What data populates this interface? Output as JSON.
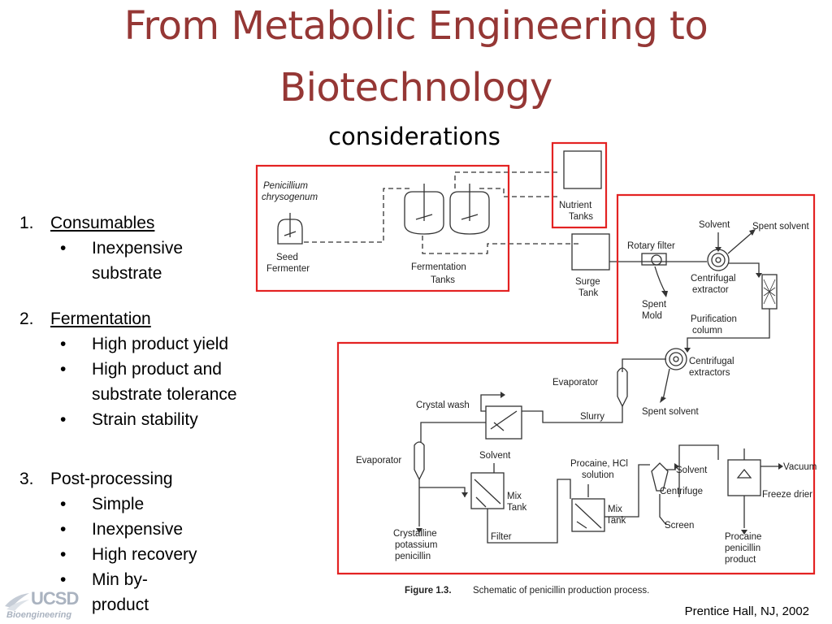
{
  "slide": {
    "title_line1": "From Metabolic Engineering to",
    "title_line2": "Biotechnology",
    "subtitle": "considerations",
    "credit": "Prentice Hall, NJ, 2002",
    "logo_top": "UCSD",
    "logo_bottom": "Bioengineering"
  },
  "colors": {
    "title": "#953735",
    "highlight_box": "#e32222"
  },
  "sections": [
    {
      "number": "1.",
      "heading": "Consumables",
      "items": [
        "Inexpensive",
        "substrate"
      ]
    },
    {
      "number": "2.",
      "heading": "Fermentation",
      "items": [
        "High product yield",
        "High product and",
        "substrate tolerance",
        "Strain stability"
      ]
    },
    {
      "number": "3.",
      "heading": "Post-processing",
      "items": [
        "Simple",
        "Inexpensive",
        "High recovery",
        "Min by-",
        "product"
      ]
    }
  ],
  "diagram": {
    "labels": {
      "organism1": "Penicillium",
      "organism2": "chrysogenum",
      "seed1": "Seed",
      "seed2": "Fermenter",
      "ferm1": "Fermentation",
      "ferm2": "Tanks",
      "nutrient1": "Nutrient",
      "nutrient2": "Tanks",
      "surge1": "Surge",
      "surge2": "Tank",
      "rotary": "Rotary filter",
      "spentmold1": "Spent",
      "spentmold2": "Mold",
      "solvent1": "Solvent",
      "spentsolvent1": "Spent solvent",
      "centext1a": "Centrifugal",
      "centext1b": "extractor",
      "purif1": "Purification",
      "purif2": "column",
      "centext2a": "Centrifugal",
      "centext2b": "extractors",
      "evap1": "Evaporator",
      "slurry": "Slurry",
      "spentsolvent2": "Spent solvent",
      "crystalwash": "Crystal wash",
      "evap2": "Evaporator",
      "solvent2": "Solvent",
      "mix1a": "Mix",
      "mix1b": "Tank",
      "filter": "Filter",
      "crys1": "Crystalline",
      "crys2": "potassium",
      "crys3": "penicillin",
      "procaine1": "Procaine, HCl",
      "procaine2": "solution",
      "mix2a": "Mix",
      "mix2b": "Tank",
      "solvent3": "Solvent",
      "centrifuge": "Centrifuge",
      "screen": "Screen",
      "vacuum": "Vacuum",
      "freeze": "Freeze drier",
      "prod1": "Procaine",
      "prod2": "penicillin",
      "prod3": "product"
    },
    "caption_label": "Figure 1.3.",
    "caption_text": "Schematic of penicillin production process."
  }
}
